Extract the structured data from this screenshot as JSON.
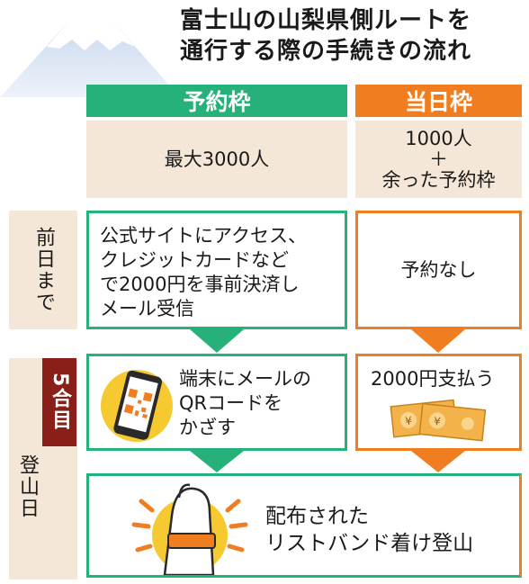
{
  "title": {
    "line1": "富士山の山梨県側ルートを",
    "line2": "通行する際の手続きの流れ"
  },
  "columns": {
    "reserved": {
      "label": "予約枠",
      "capacity": "最大3000人"
    },
    "same_day": {
      "label": "当日枠",
      "capacity_line1": "1000人",
      "capacity_line2": "＋",
      "capacity_line3": "余った予約枠"
    }
  },
  "rows": {
    "day_before": {
      "label": "前日まで"
    },
    "climb_day": {
      "label": "登山日",
      "badge": "5合目"
    }
  },
  "steps": {
    "reserved_prior": {
      "line1": "公式サイトにアクセス、",
      "line2": "クレジットカードなど",
      "line3": "で2000円を事前決済し",
      "line4": "メール受信"
    },
    "same_day_prior": "予約なし",
    "reserved_station": {
      "line1": "端末にメールの",
      "line2": "QRコードを",
      "line3": "かざす"
    },
    "same_day_station": "2000円支払う",
    "final": {
      "line1": "配布された",
      "line2": "リストバンド着け登山"
    }
  },
  "icons": [
    "mount-fuji-icon",
    "smartphone-qr-icon",
    "yen-banknote-icon",
    "wristband-icon"
  ],
  "colors": {
    "green": "#27b17a",
    "orange": "#f07d20",
    "beige": "#f4e7d7",
    "badge": "#8a1f1a"
  }
}
